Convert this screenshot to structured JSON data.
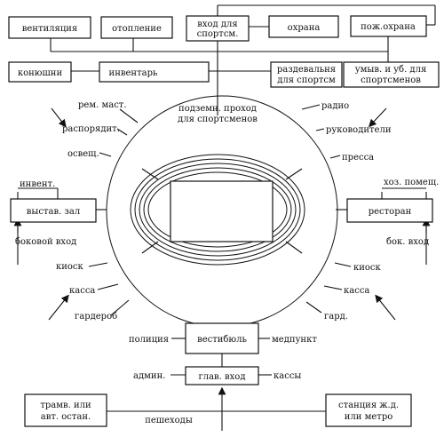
{
  "diagram": {
    "top_row": {
      "ventilation": "вентиляция",
      "heating": "отопление",
      "athletes_entrance_1": "вход для",
      "athletes_entrance_2": "спортсм.",
      "security": "охрана",
      "fire_security": "пож.охрана"
    },
    "second_row": {
      "stables": "конюшни",
      "inventory": "инвентарь",
      "locker_room_1": "раздевальня",
      "locker_room_2": "для спортсм",
      "washroom_1": "умыв. и уб. для",
      "washroom_2": "спортсменов"
    },
    "center": {
      "tunnel_1": "подземн. проход",
      "tunnel_2": "для спортсменов"
    },
    "left_side": {
      "repair_shop": "рем. маст.",
      "manager": "распорядит.",
      "lighting": "освещ.",
      "inventory": "инвент.",
      "exhibition_hall": "выстав. зал",
      "side_entrance": "боковой вход",
      "kiosk": "киоск",
      "ticket_office": "касса",
      "cloakroom": "гардероб"
    },
    "right_side": {
      "radio": "радио",
      "leaders": "руководители",
      "press": "пресса",
      "utility_room": "хоз. помещ.",
      "restaurant": "ресторан",
      "side_entrance": "бок. вход",
      "kiosk": "киоск",
      "ticket_office": "касса",
      "cloakroom": "гард."
    },
    "bottom": {
      "police": "полиция",
      "vestibule": "вестибюль",
      "first_aid": "медпункт",
      "administration": "админ.",
      "main_entrance": "глав. вход",
      "ticket_offices": "кассы",
      "tram_stop_1": "трамв. или",
      "tram_stop_2": "авт. остан.",
      "pedestrians": "пешеходы",
      "station_1": "станция ж.д.",
      "station_2": "или метро"
    }
  }
}
